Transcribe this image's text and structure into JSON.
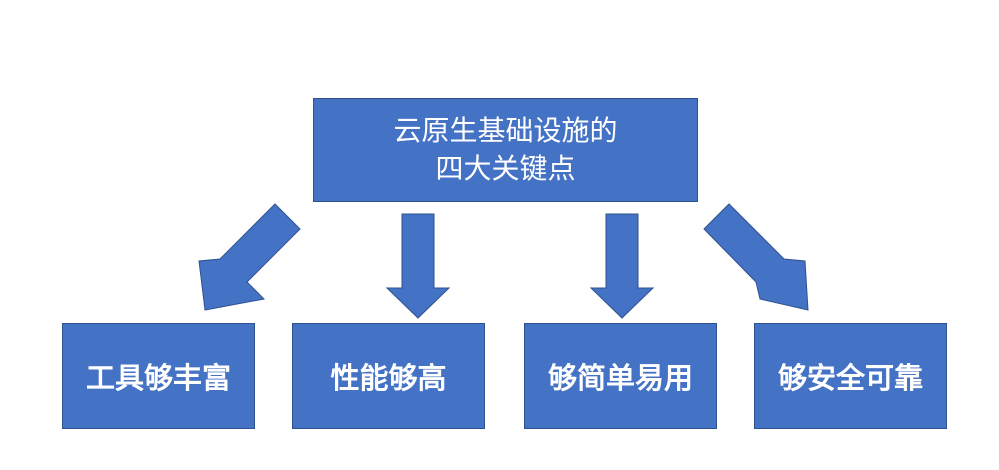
{
  "diagram": {
    "root": {
      "line1": "云原生基础设施的",
      "line2": "四大关键点"
    },
    "children": [
      "工具够丰富",
      "性能够高",
      "够简单易用",
      "够安全可靠"
    ]
  },
  "colors": {
    "box_fill": "#4472c4",
    "box_border": "#2f528f",
    "text": "#ffffff",
    "background": "#ffffff"
  }
}
